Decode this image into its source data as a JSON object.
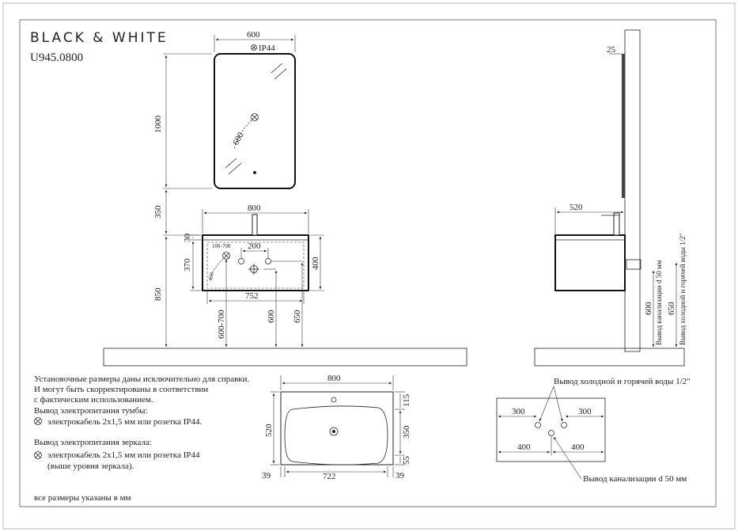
{
  "brand": "BLACK & WHITE",
  "model": "U945.0800",
  "dims": {
    "mirror_width": "600",
    "mirror_ip": "IP44",
    "mirror_height": "1000",
    "mirror_angle": "600",
    "gap": "350",
    "vanity_width": "800",
    "depth_30": "30",
    "depth_370": "370",
    "depth_400": "400",
    "range_100_700": "100-700",
    "angle_450": "450",
    "spacing_200": "200",
    "inner_752": "752",
    "height_850": "850",
    "height_600_700": "600-700",
    "height_600": "600",
    "height_650": "650",
    "wall_25": "25",
    "side_520": "520",
    "side_600": "600",
    "side_650": "650",
    "top_800": "800",
    "top_520": "520",
    "top_115": "115",
    "top_350": "350",
    "top_55": "55",
    "top_39a": "39",
    "top_722": "722",
    "top_39b": "39",
    "plan_300a": "300",
    "plan_300b": "300",
    "plan_400a": "400",
    "plan_400b": "400"
  },
  "labels": {
    "drain_side": "Вывод канализации d 50 мм",
    "water_side": "Вывод холодной и горячей воды 1/2\"",
    "water_plan": "Вывод холодной и горячей воды 1/2\"",
    "drain_plan": "Вывод канализации d 50 мм"
  },
  "notes": {
    "line1": "Установочные размеры даны исключительно для справки.",
    "line2": "И могут быть скорректированы в соответствии",
    "line3": "с фактическим использованием.",
    "line4": "Вывод электропитания тумбы:",
    "line5": "электрокабель 2х1,5 мм или розетка IP44.",
    "line6": "Вывод электропитания зеркала:",
    "line7": "электрокабель 2х1,5 мм или розетка IP44",
    "line8": "(выше уровня зеркала).",
    "footer": "все размеры указаны в мм"
  },
  "colors": {
    "line": "#222222",
    "background": "#ffffff"
  }
}
